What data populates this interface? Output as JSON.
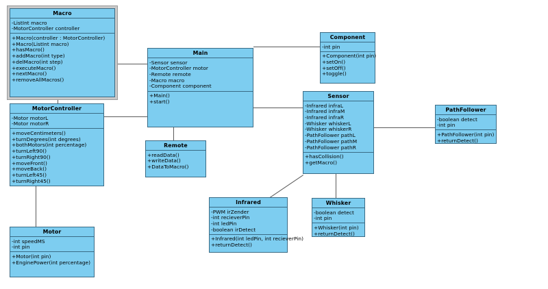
{
  "diagram": {
    "type": "uml-class-diagram",
    "background": "#ffffff",
    "class_fill": "#7dcdf0",
    "class_border": "#3a6b85",
    "line_color": "#5a5a5a",
    "selection_frame_color": "#c9c9c9"
  },
  "classes": [
    {
      "id": "macro",
      "name": "Macro",
      "selected": true,
      "attributes": [
        "-ListInt macro",
        "-MotorController controller"
      ],
      "operations": [
        "+Macro(controller : MotorController)",
        "+Macro(ListInt macro)",
        "+hasMacro()",
        "+addMacro(int type)",
        "+delMacro(int step)",
        "+executeMacro()",
        "+nextMacro()",
        "+removeAllMacros()"
      ]
    },
    {
      "id": "motorcontroller",
      "name": "MotorController",
      "selected": false,
      "attributes": [
        "-Motor motorL",
        "-Motor motorR"
      ],
      "operations": [
        "+moveCentimeters()",
        "+turnDegrees(int degrees)",
        "+bothMotors(int percentage)",
        "+turnLeft90()",
        "+turnRight90()",
        "+moveFront()",
        "+moveBack()",
        "+turnLeft45()",
        "+turnRight45()"
      ]
    },
    {
      "id": "motor",
      "name": "Motor",
      "selected": false,
      "attributes": [
        "-int speedMS",
        "-int pin"
      ],
      "operations": [
        "+Motor(int pin)",
        "+EnginePower(int percentage)"
      ]
    },
    {
      "id": "main",
      "name": "Main",
      "selected": false,
      "attributes": [
        "-Sensor sensor",
        "-MotorController motor",
        "-Remote remote",
        "-Macro macro",
        "-Component component"
      ],
      "operations": [
        "+Main()",
        "+start()"
      ]
    },
    {
      "id": "remote",
      "name": "Remote",
      "selected": false,
      "attributes": [],
      "operations": [
        "+readData()",
        "+writeData()",
        "+DataToMacro()"
      ]
    },
    {
      "id": "component",
      "name": "Component",
      "selected": false,
      "attributes": [
        "-int pin"
      ],
      "operations": [
        "+Component(int pin)",
        "+setOn()",
        "+setOff()",
        "+toggle()"
      ]
    },
    {
      "id": "sensor",
      "name": "Sensor",
      "selected": false,
      "attributes": [
        "-Infrared infraL",
        "-Infrared infraM",
        "-Infrared infraR",
        "-Whisker whiskerL",
        "-Whisker whiskerR",
        "-PathFollower pathL",
        "-PathFollower pathM",
        "-PathFollower pathR"
      ],
      "operations": [
        "+hasCollision()",
        "+getMacro()"
      ]
    },
    {
      "id": "pathfollower",
      "name": "PathFollower",
      "selected": false,
      "attributes": [
        "-boolean detect",
        "-int pin"
      ],
      "operations": [
        "+PathFollower(int pin)",
        "+returnDetect()"
      ]
    },
    {
      "id": "infrared",
      "name": "Infrared",
      "selected": false,
      "attributes": [
        "-PWM irZender",
        "-int recieverPin",
        "-int ledPin",
        "-boolean irDetect"
      ],
      "operations": [
        "+Infrared(int ledPin, int recieverPin)",
        "+returnDetect()"
      ]
    },
    {
      "id": "whisker",
      "name": "Whisker",
      "selected": false,
      "attributes": [
        "-boolean detect",
        "-int pin"
      ],
      "operations": [
        "+Whisker(int pin)",
        "+returnDetect()"
      ]
    }
  ]
}
